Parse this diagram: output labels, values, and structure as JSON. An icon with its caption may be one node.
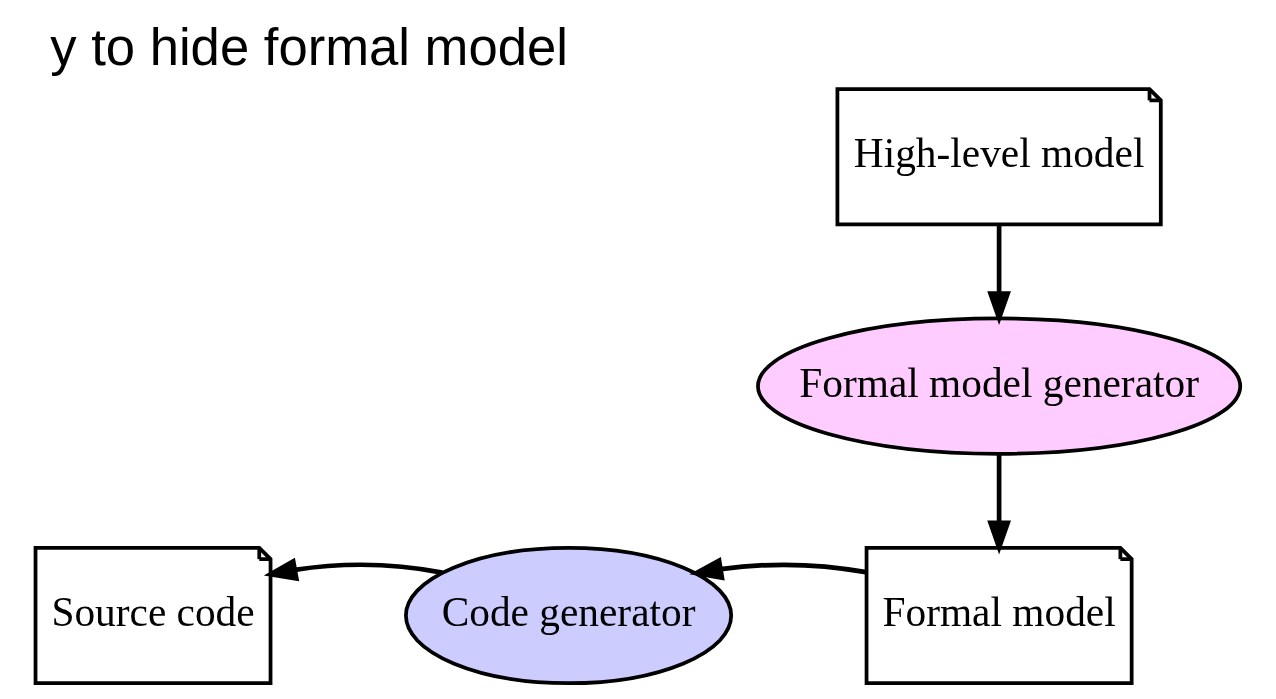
{
  "diagram": {
    "title": "y to hide formal model",
    "nodes": [
      {
        "text": [
          "High-level model"
        ]
      },
      {
        "text": [
          "Formal model generator"
        ]
      },
      {
        "text": [
          "Formal model"
        ]
      },
      {
        "text": [
          "Code generator"
        ]
      },
      {
        "text": [
          "Source code"
        ]
      }
    ],
    "edges": [
      {
        "from": 0,
        "to": 1,
        "arrow": "to"
      },
      {
        "from": 1,
        "to": 2,
        "arrow": "to"
      },
      {
        "from": 2,
        "to": 3,
        "arrow": "to"
      },
      {
        "from": 3,
        "to": 4,
        "arrow": "to"
      }
    ]
  }
}
